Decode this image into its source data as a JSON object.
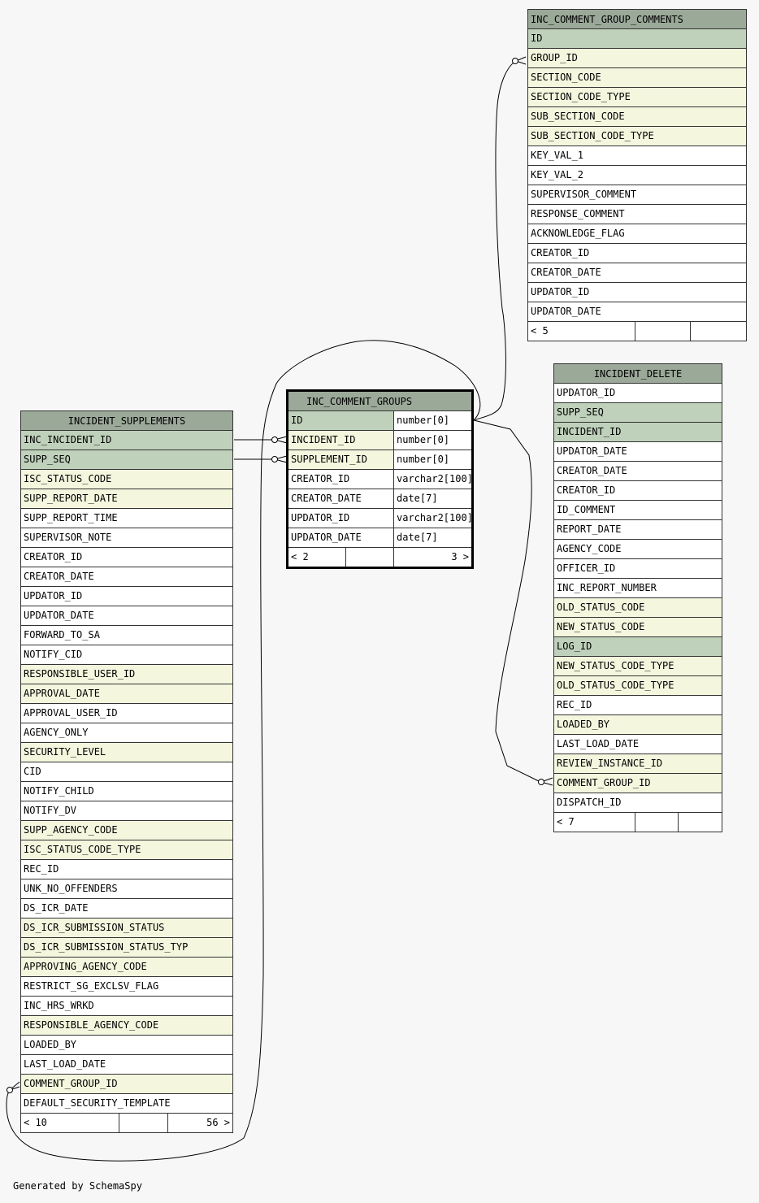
{
  "tables": {
    "inc_comment_group_comments": {
      "name": "INC_COMMENT_GROUP_COMMENTS",
      "columns": [
        {
          "name": "ID",
          "kind": "pk"
        },
        {
          "name": "GROUP_ID",
          "kind": "fk"
        },
        {
          "name": "SECTION_CODE",
          "kind": "fk"
        },
        {
          "name": "SECTION_CODE_TYPE",
          "kind": "fk"
        },
        {
          "name": "SUB_SECTION_CODE",
          "kind": "fk"
        },
        {
          "name": "SUB_SECTION_CODE_TYPE",
          "kind": "fk"
        },
        {
          "name": "KEY_VAL_1",
          "kind": "plain"
        },
        {
          "name": "KEY_VAL_2",
          "kind": "plain"
        },
        {
          "name": "SUPERVISOR_COMMENT",
          "kind": "plain"
        },
        {
          "name": "RESPONSE_COMMENT",
          "kind": "plain"
        },
        {
          "name": "ACKNOWLEDGE_FLAG",
          "kind": "plain"
        },
        {
          "name": "CREATOR_ID",
          "kind": "plain"
        },
        {
          "name": "CREATOR_DATE",
          "kind": "plain"
        },
        {
          "name": "UPDATOR_ID",
          "kind": "plain"
        },
        {
          "name": "UPDATOR_DATE",
          "kind": "plain"
        }
      ],
      "footer": {
        "left": "< 5",
        "right": ""
      }
    },
    "incident_delete": {
      "name": "INCIDENT_DELETE",
      "columns": [
        {
          "name": "UPDATOR_ID",
          "kind": "plain"
        },
        {
          "name": "SUPP_SEQ",
          "kind": "pk"
        },
        {
          "name": "INCIDENT_ID",
          "kind": "pk"
        },
        {
          "name": "UPDATOR_DATE",
          "kind": "plain"
        },
        {
          "name": "CREATOR_DATE",
          "kind": "plain"
        },
        {
          "name": "CREATOR_ID",
          "kind": "plain"
        },
        {
          "name": "ID_COMMENT",
          "kind": "plain"
        },
        {
          "name": "REPORT_DATE",
          "kind": "plain"
        },
        {
          "name": "AGENCY_CODE",
          "kind": "plain"
        },
        {
          "name": "OFFICER_ID",
          "kind": "plain"
        },
        {
          "name": "INC_REPORT_NUMBER",
          "kind": "plain"
        },
        {
          "name": "OLD_STATUS_CODE",
          "kind": "fk"
        },
        {
          "name": "NEW_STATUS_CODE",
          "kind": "fk"
        },
        {
          "name": "LOG_ID",
          "kind": "pk"
        },
        {
          "name": "NEW_STATUS_CODE_TYPE",
          "kind": "fk"
        },
        {
          "name": "OLD_STATUS_CODE_TYPE",
          "kind": "fk"
        },
        {
          "name": "REC_ID",
          "kind": "plain"
        },
        {
          "name": "LOADED_BY",
          "kind": "fk"
        },
        {
          "name": "LAST_LOAD_DATE",
          "kind": "plain"
        },
        {
          "name": "REVIEW_INSTANCE_ID",
          "kind": "fk"
        },
        {
          "name": "COMMENT_GROUP_ID",
          "kind": "fk"
        },
        {
          "name": "DISPATCH_ID",
          "kind": "plain"
        }
      ],
      "footer": {
        "left": "< 7",
        "right": ""
      }
    },
    "inc_comment_groups": {
      "name": "INC_COMMENT_GROUPS",
      "columns": [
        {
          "name": "ID",
          "type": "number[0]",
          "kind": "pk"
        },
        {
          "name": "INCIDENT_ID",
          "type": "number[0]",
          "kind": "fk"
        },
        {
          "name": "SUPPLEMENT_ID",
          "type": "number[0]",
          "kind": "fk"
        },
        {
          "name": "CREATOR_ID",
          "type": "varchar2[100]",
          "kind": "plain"
        },
        {
          "name": "CREATOR_DATE",
          "type": "date[7]",
          "kind": "plain"
        },
        {
          "name": "UPDATOR_ID",
          "type": "varchar2[100]",
          "kind": "plain"
        },
        {
          "name": "UPDATOR_DATE",
          "type": "date[7]",
          "kind": "plain"
        }
      ],
      "footer": {
        "left": "< 2",
        "right": "3 >"
      }
    },
    "incident_supplements": {
      "name": "INCIDENT_SUPPLEMENTS",
      "columns": [
        {
          "name": "INC_INCIDENT_ID",
          "kind": "pk"
        },
        {
          "name": "SUPP_SEQ",
          "kind": "pk"
        },
        {
          "name": "ISC_STATUS_CODE",
          "kind": "fk"
        },
        {
          "name": "SUPP_REPORT_DATE",
          "kind": "fk"
        },
        {
          "name": "SUPP_REPORT_TIME",
          "kind": "plain"
        },
        {
          "name": "SUPERVISOR_NOTE",
          "kind": "plain"
        },
        {
          "name": "CREATOR_ID",
          "kind": "plain"
        },
        {
          "name": "CREATOR_DATE",
          "kind": "plain"
        },
        {
          "name": "UPDATOR_ID",
          "kind": "plain"
        },
        {
          "name": "UPDATOR_DATE",
          "kind": "plain"
        },
        {
          "name": "FORWARD_TO_SA",
          "kind": "plain"
        },
        {
          "name": "NOTIFY_CID",
          "kind": "plain"
        },
        {
          "name": "RESPONSIBLE_USER_ID",
          "kind": "fk"
        },
        {
          "name": "APPROVAL_DATE",
          "kind": "fk"
        },
        {
          "name": "APPROVAL_USER_ID",
          "kind": "plain"
        },
        {
          "name": "AGENCY_ONLY",
          "kind": "plain"
        },
        {
          "name": "SECURITY_LEVEL",
          "kind": "fk"
        },
        {
          "name": "CID",
          "kind": "plain"
        },
        {
          "name": "NOTIFY_CHILD",
          "kind": "plain"
        },
        {
          "name": "NOTIFY_DV",
          "kind": "plain"
        },
        {
          "name": "SUPP_AGENCY_CODE",
          "kind": "fk"
        },
        {
          "name": "ISC_STATUS_CODE_TYPE",
          "kind": "fk"
        },
        {
          "name": "REC_ID",
          "kind": "plain"
        },
        {
          "name": "UNK_NO_OFFENDERS",
          "kind": "plain"
        },
        {
          "name": "DS_ICR_DATE",
          "kind": "plain"
        },
        {
          "name": "DS_ICR_SUBMISSION_STATUS",
          "kind": "fk"
        },
        {
          "name": "DS_ICR_SUBMISSION_STATUS_TYP",
          "kind": "fk"
        },
        {
          "name": "APPROVING_AGENCY_CODE",
          "kind": "fk"
        },
        {
          "name": "RESTRICT_SG_EXCLSV_FLAG",
          "kind": "plain"
        },
        {
          "name": "INC_HRS_WRKD",
          "kind": "plain"
        },
        {
          "name": "RESPONSIBLE_AGENCY_CODE",
          "kind": "fk"
        },
        {
          "name": "LOADED_BY",
          "kind": "plain"
        },
        {
          "name": "LAST_LOAD_DATE",
          "kind": "plain"
        },
        {
          "name": "COMMENT_GROUP_ID",
          "kind": "fk"
        },
        {
          "name": "DEFAULT_SECURITY_TEMPLATE",
          "kind": "plain"
        }
      ],
      "footer": {
        "left": "< 10",
        "right": "56 >"
      }
    }
  },
  "colors": {
    "header": "#9ba999",
    "primary_key": "#bfd1bb",
    "foreign_key": "#f4f7de",
    "plain": "#ffffff",
    "background": "#f7f7f7"
  },
  "footer_text": "Generated by SchemaSpy"
}
